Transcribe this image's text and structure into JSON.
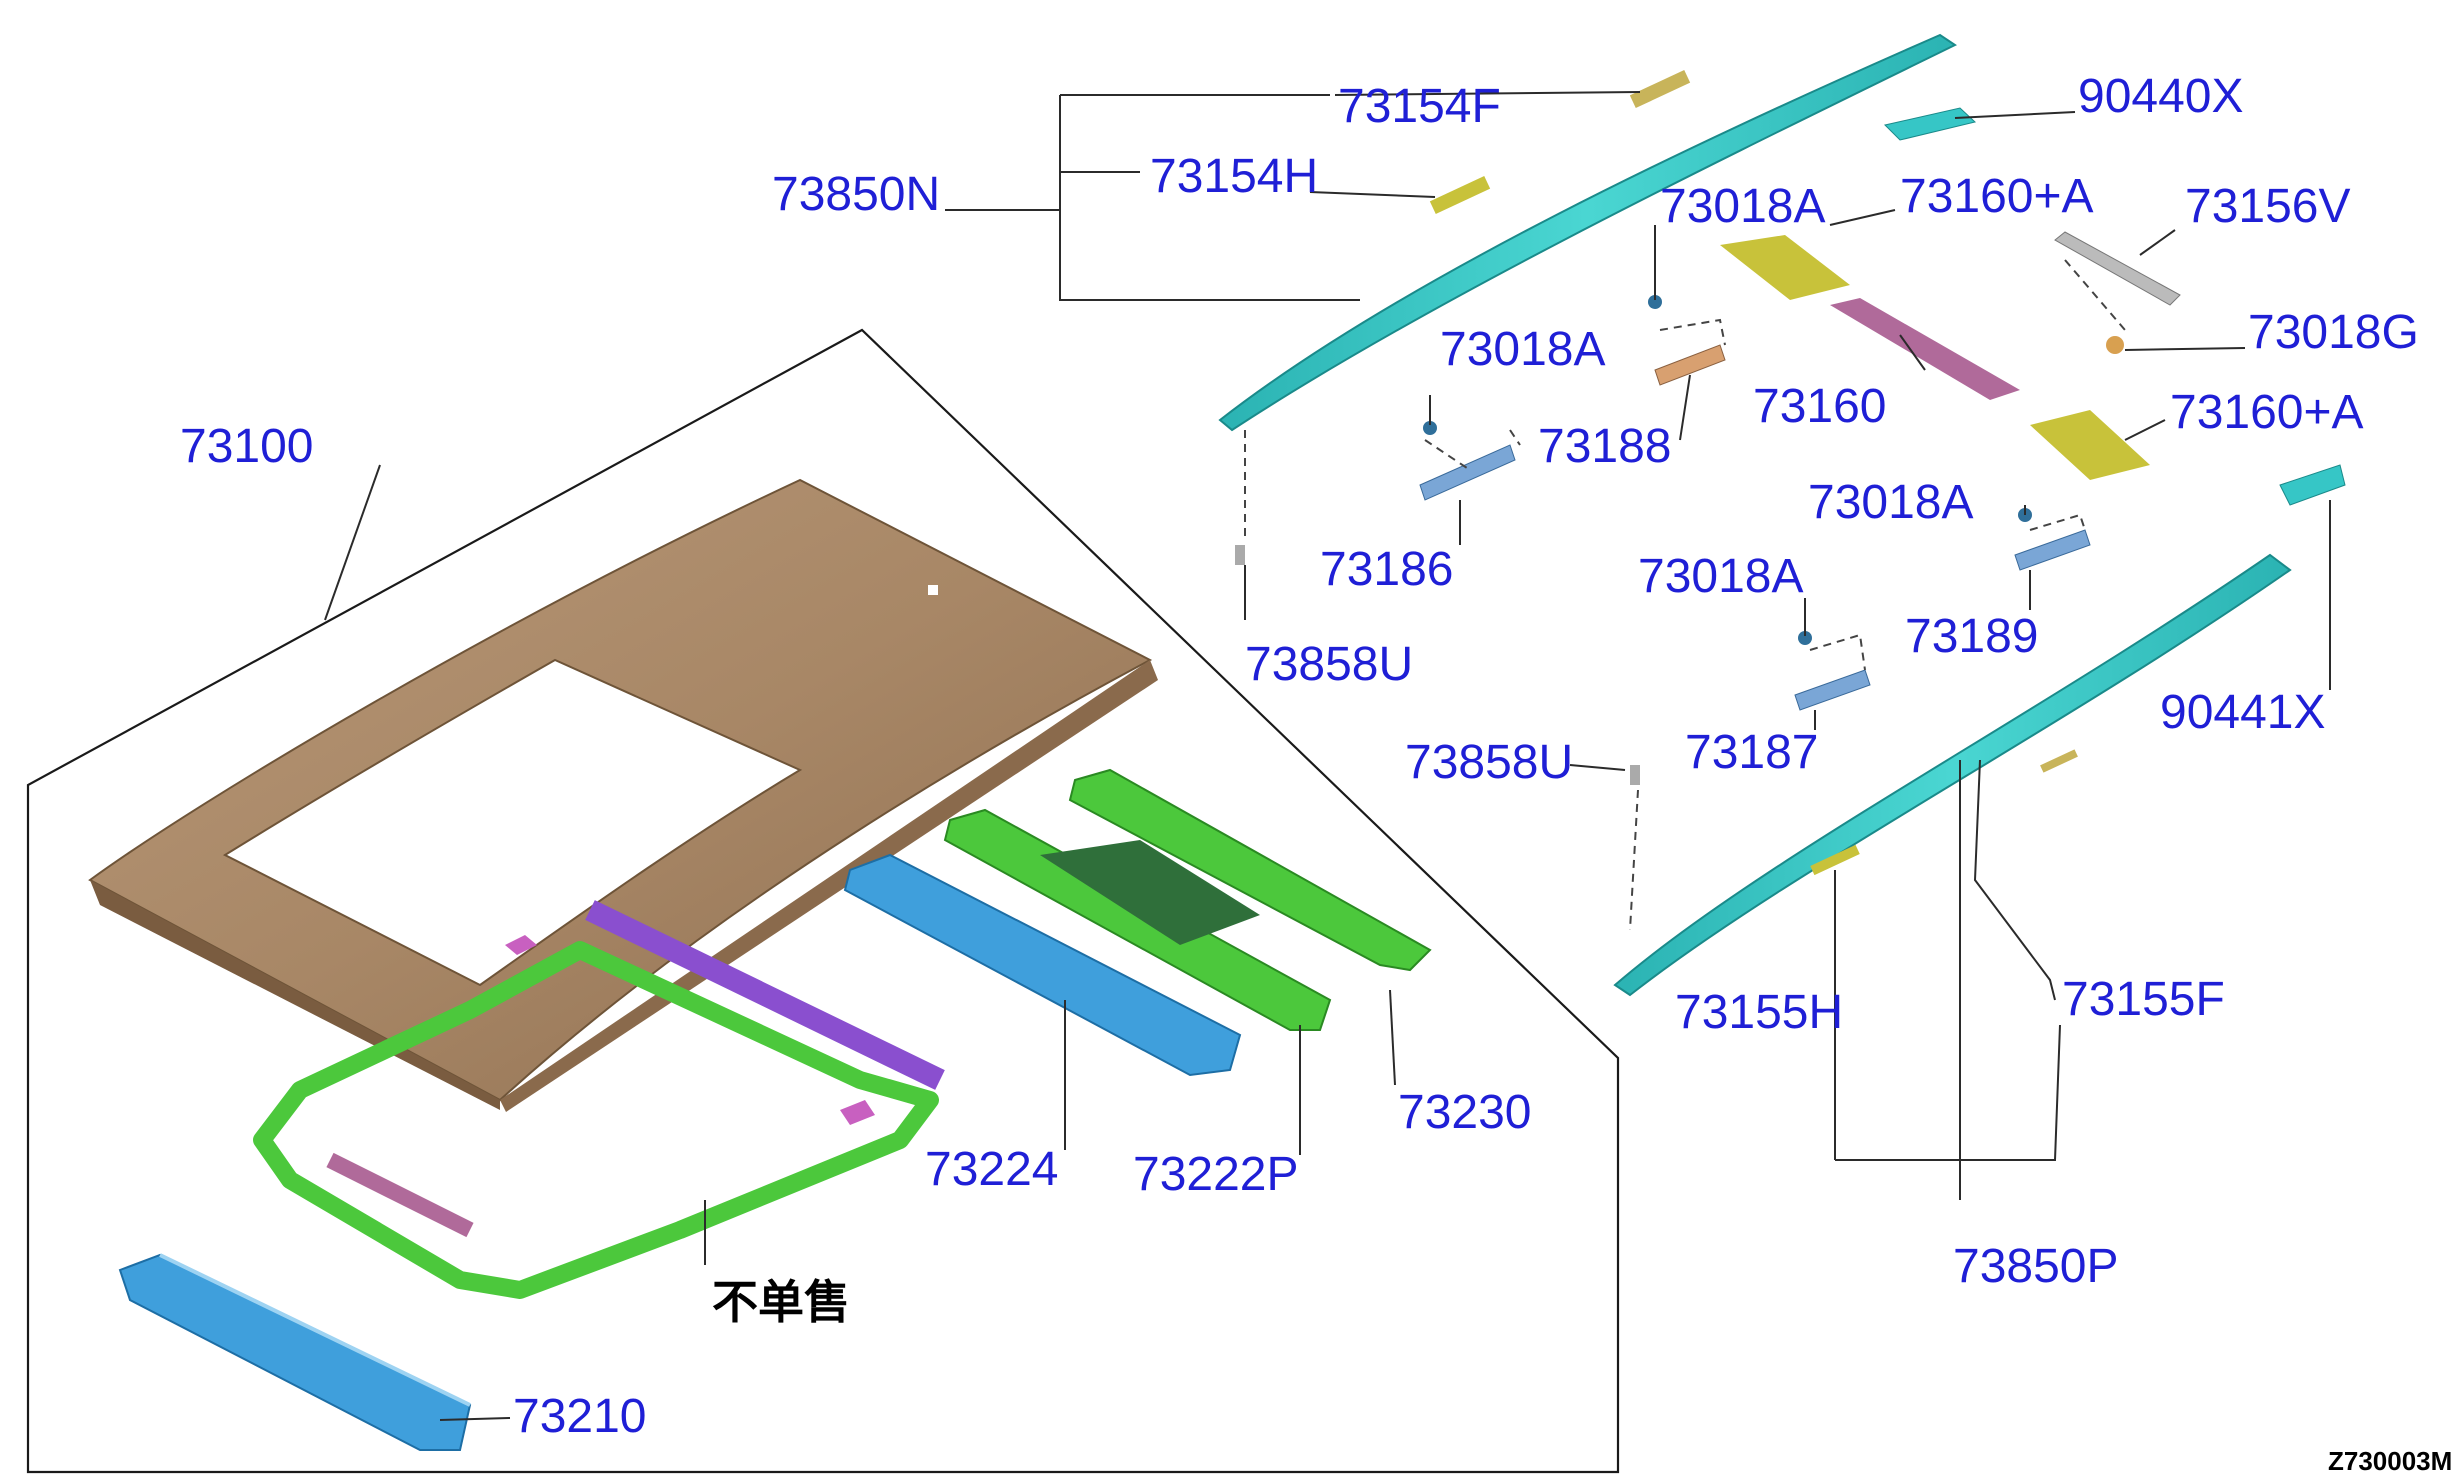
{
  "labels": {
    "p73154F": "73154F",
    "p90440X": "90440X",
    "p73850N": "73850N",
    "p73154H": "73154H",
    "p73018A_1": "73018A",
    "p73160A_1": "73160+A",
    "p73156V": "73156V",
    "p73018A_2": "73018A",
    "p73018G": "73018G",
    "p73188": "73188",
    "p73160": "73160",
    "p73160A_2": "73160+A",
    "p73100": "73100",
    "p73186": "73186",
    "p73018A_3": "73018A",
    "p73018A_4": "73018A",
    "p73189": "73189",
    "p73858U_1": "73858U",
    "p90441X": "90441X",
    "p73187": "73187",
    "p73858U_2": "73858U",
    "p73155H": "73155H",
    "p73155F": "73155F",
    "p73230": "73230",
    "p73224": "73224",
    "p73222P": "73222P",
    "p73850P": "73850P",
    "p73210": "73210"
  },
  "note_not_sold_separately": "不单售",
  "diagram_code": "Z730003M",
  "colors": {
    "label_blue": "#1f1fd6",
    "roof_panel": "#a88766",
    "rail_cyan": "#36c6c6",
    "frame_green": "#4cc83c",
    "bow_blue": "#3f9fdc",
    "bow_purple": "#8a4fcf",
    "pad_yellow": "#c8c23a",
    "pad_mauve": "#b06a9a"
  }
}
